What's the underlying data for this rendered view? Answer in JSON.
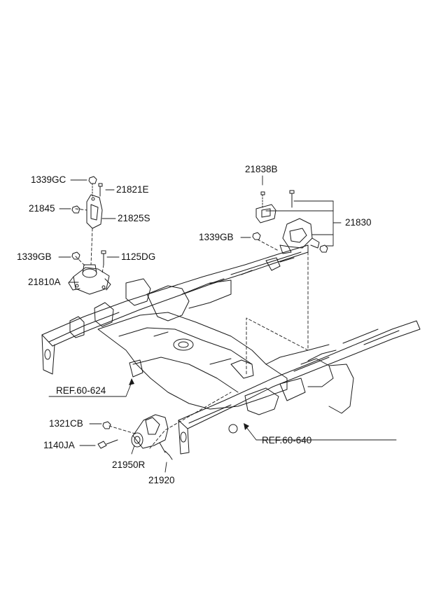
{
  "parts": {
    "p1339GC": "1339GC",
    "p21821E": "21821E",
    "p21845": "21845",
    "p21825S": "21825S",
    "p1339GB_a": "1339GB",
    "p1125DG": "1125DG",
    "p21810A": "21810A",
    "p21838B": "21838B",
    "p21830": "21830",
    "p1339GB_b": "1339GB",
    "p1321CB": "1321CB",
    "p1140JA": "1140JA",
    "p21950R": "21950R",
    "p21920": "21920"
  },
  "refs": {
    "ref_front": "REF.60-624",
    "ref_rear": "REF.60-640"
  },
  "colors": {
    "line": "#1a1a1a",
    "background": "#ffffff"
  }
}
